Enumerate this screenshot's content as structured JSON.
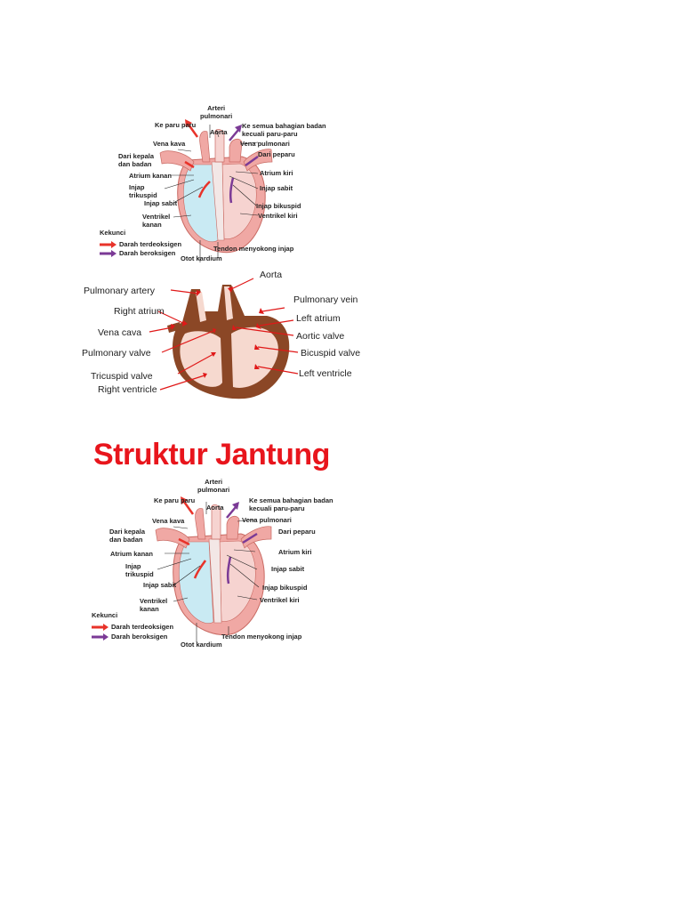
{
  "page_title": "Struktur Jantung",
  "colors": {
    "oxygenated": "#e8332a",
    "deoxygenated": "#7b3a96",
    "heart_left": "#f6d3d0",
    "heart_right": "#c9eaf3",
    "muscle": "#8b4726",
    "label_arrow": "#e01818"
  },
  "malay_diagram": {
    "labels": {
      "arteri_pulmonari": "Arteri\npulmonari",
      "ke_paru": "Ke paru paru",
      "aorta": "Aorta",
      "ke_semua": "Ke semua bahagian badan\nkecuali paru-paru",
      "vena_kava": "Vena kava",
      "vena_pulmonari": "Vena pulmonari",
      "dari_kepala": "Dari kepala\ndan badan",
      "dari_peparu": "Dari peparu",
      "atrium_kanan": "Atrium kanan",
      "atrium_kiri": "Atrium kiri",
      "injap_trikuspid": "Injap\ntrikuspid",
      "injap_sabit_r": "Injap sabit",
      "injap_sabit_l": "Injap sabit",
      "injap_bikuspid": "Injap bikuspid",
      "ventrikel_kanan": "Ventrikel\nkanan",
      "ventrikel_kiri": "Ventrikel kiri",
      "tendon": "Tendon menyokong injap",
      "otot": "Otot kardium"
    },
    "legend": {
      "title": "Kekunci",
      "oxy": "Darah terdeoksigen",
      "deoxy": "Darah beroksigen"
    }
  },
  "malay_diagram_2": {
    "labels": {
      "arteri_pulmonari": "Arteri\npulmonari",
      "ke_paru": "Ke paru paru",
      "aorta": "Aorta",
      "ke_semua": "Ke semua bahagian badan\nkecuali paru-paru",
      "vena_kava": "Vena kava",
      "vena_pulmonari": "Vena pulmonari",
      "dari_kepala": "Dari kepala\ndan badan",
      "dari_peparu": "Dari peparu",
      "atrium_kanan": "Atrium kanan",
      "atrium_kiri": "Atrium kiri",
      "injap_trikuspid": "Injap\ntrikuspid",
      "injap_sabit_r": "Injap sabit",
      "injap_sabit_l": "Injap sabit",
      "injap_bikuspid": "Injap bikuspid",
      "ventrikel_kanan": "Ventrikel\nkanan",
      "ventrikel_kiri": "Ventrikel kiri",
      "tendon": "Tendon menyokong injap",
      "otot": "Otot kardium"
    },
    "legend": {
      "title": "Kekunci",
      "oxy": "Darah terdeoksigen",
      "deoxy": "Darah beroksigen"
    }
  },
  "english_diagram": {
    "labels": {
      "aorta": "Aorta",
      "pulmonary_artery": "Pulmonary artery",
      "pulmonary_vein": "Pulmonary vein",
      "right_atrium": "Right atrium",
      "left_atrium": "Left atrium",
      "vena_cava": "Vena cava",
      "aortic_valve": "Aortic valve",
      "pulmonary_valve": "Pulmonary valve",
      "bicuspid_valve": "Bicuspid valve",
      "tricuspid_valve": "Tricuspid valve",
      "left_ventricle": "Left ventricle",
      "right_ventricle": "Right ventricle"
    }
  }
}
